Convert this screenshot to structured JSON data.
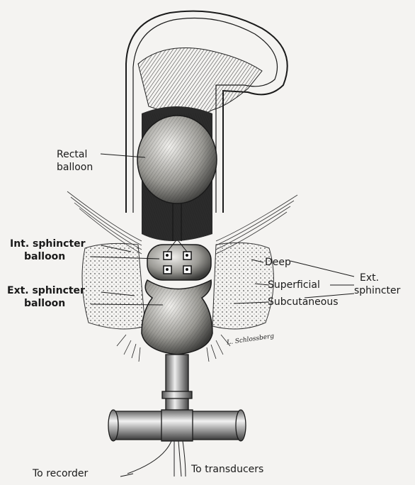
{
  "labels": {
    "rectal_1": "Rectal",
    "rectal_2": "balloon",
    "int_1": "Int. sphincter",
    "int_2": "balloon",
    "ext_bal_1": "Ext. sphincter",
    "ext_bal_2": "balloon",
    "deep": "Deep",
    "superficial": "Superficial",
    "subcutaneous": "Subcutaneous",
    "ext_1": "Ext.",
    "ext_2": "sphincter",
    "to_recorder": "To recorder",
    "to_transducers": "To transducers"
  },
  "signature": "L. Schlossberg",
  "colors": {
    "ink": "#1a1a1a",
    "paper": "#f4f3f1",
    "dark": "#2b2b2b"
  }
}
